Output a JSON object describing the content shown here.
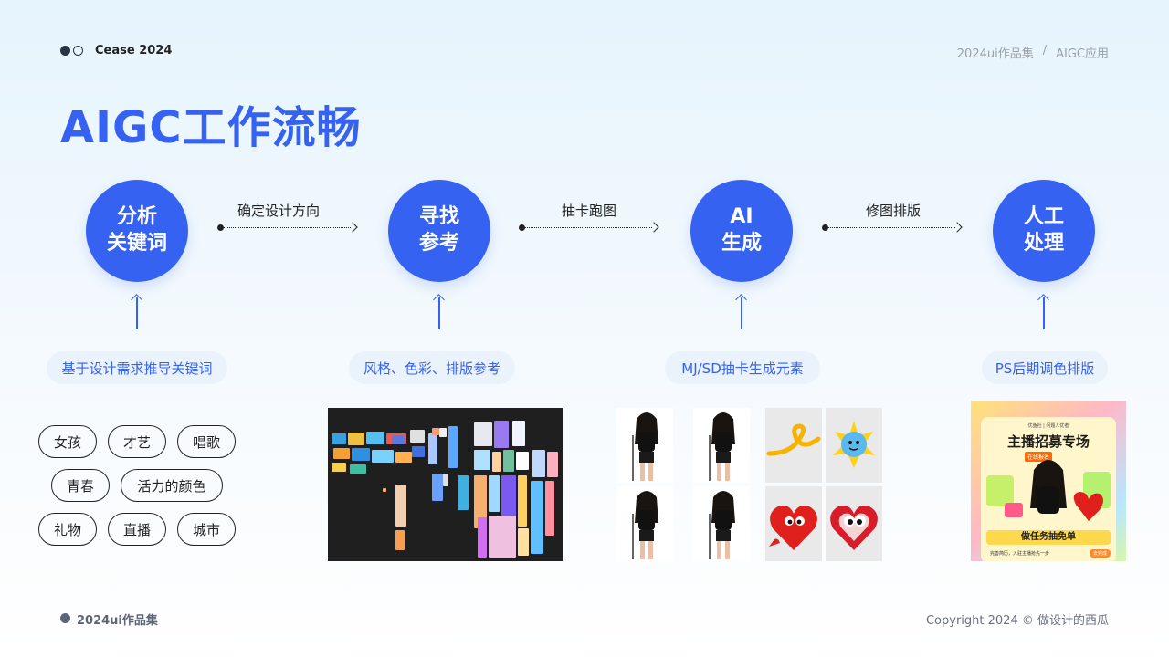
{
  "header": {
    "brand": "Cease 2024",
    "breadcrumb": [
      "2024ui作品集",
      "/",
      "AIGC应用"
    ]
  },
  "title": "AIGC工作流畅",
  "steps": [
    {
      "line1": "分析",
      "line2": "关键词",
      "desc": "基于设计需求推导关键词"
    },
    {
      "line1": "寻找",
      "line2": "参考",
      "desc": "风格、色彩、排版参考"
    },
    {
      "line1": "AI",
      "line2": "生成",
      "desc": "MJ/SD抽卡生成元素"
    },
    {
      "line1": "人工",
      "line2": "处理",
      "desc": "PS后期调色排版"
    }
  ],
  "connectors": [
    "确定设计方向",
    "抽卡跑图",
    "修图排版"
  ],
  "keywords": [
    "女孩",
    "才艺",
    "唱歌",
    "青春",
    "活力的颜色",
    "礼物",
    "直播",
    "城市"
  ],
  "poster": {
    "top_text": "优鱼社 | 问题人优者",
    "title": "主播招募专场",
    "badge": "在线报名",
    "bar": "做任务抽免单",
    "foot": "完善简历，入驻主播抢先一步",
    "button": "去完成"
  },
  "footer": {
    "brand": "2024ui作品集",
    "copyright": "Copyright 2024  © 做设计的西瓜"
  },
  "colors": {
    "accent": "#3562f0",
    "pill_bg": "#eaf2fb"
  }
}
